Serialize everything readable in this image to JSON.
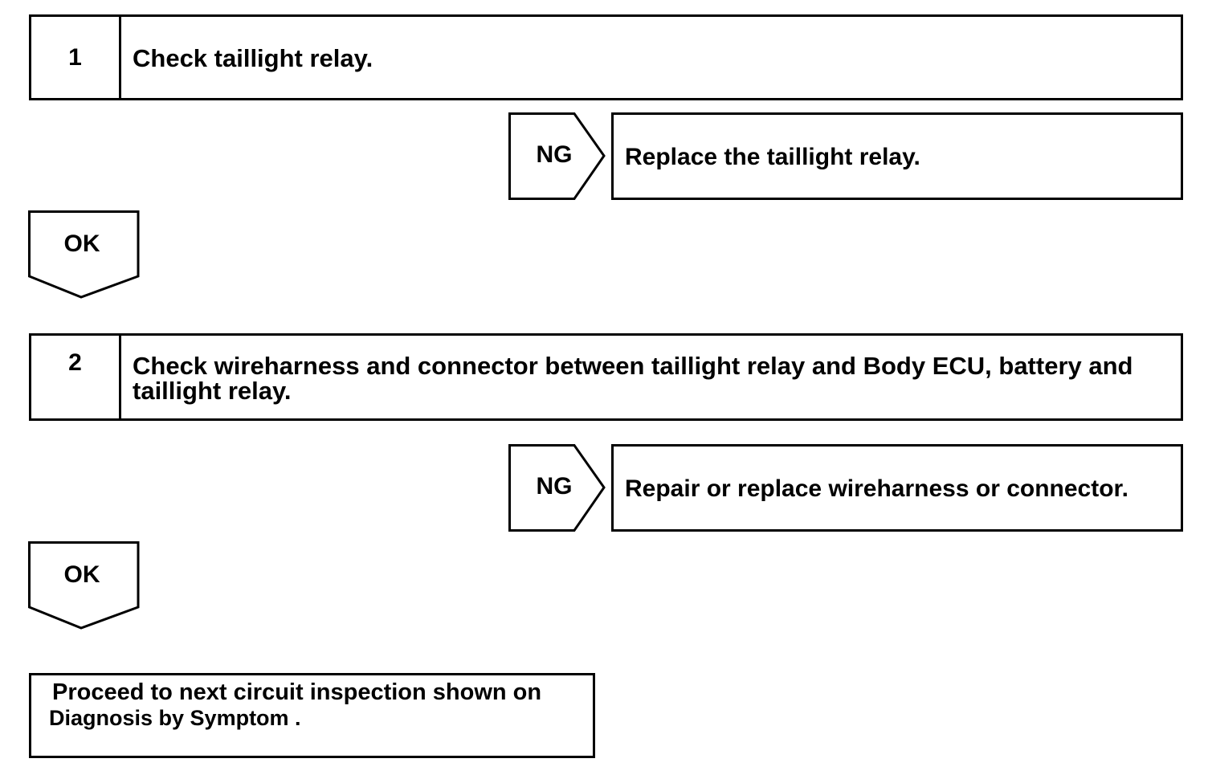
{
  "steps": [
    {
      "number": "1",
      "text": "Check taillight relay."
    },
    {
      "number": "2",
      "text": "Check wireharness and connector between taillight relay and Body ECU, battery and taillight relay."
    }
  ],
  "branches": [
    {
      "ng_label": "NG",
      "ng_action": "Replace the taillight relay.",
      "ok_label": "OK"
    },
    {
      "ng_label": "NG",
      "ng_action": "Repair or replace wireharness or connector.",
      "ok_label": "OK"
    }
  ],
  "final": {
    "line1": "Proceed to next circuit inspection shown on",
    "line2": "Diagnosis by Symptom ."
  }
}
